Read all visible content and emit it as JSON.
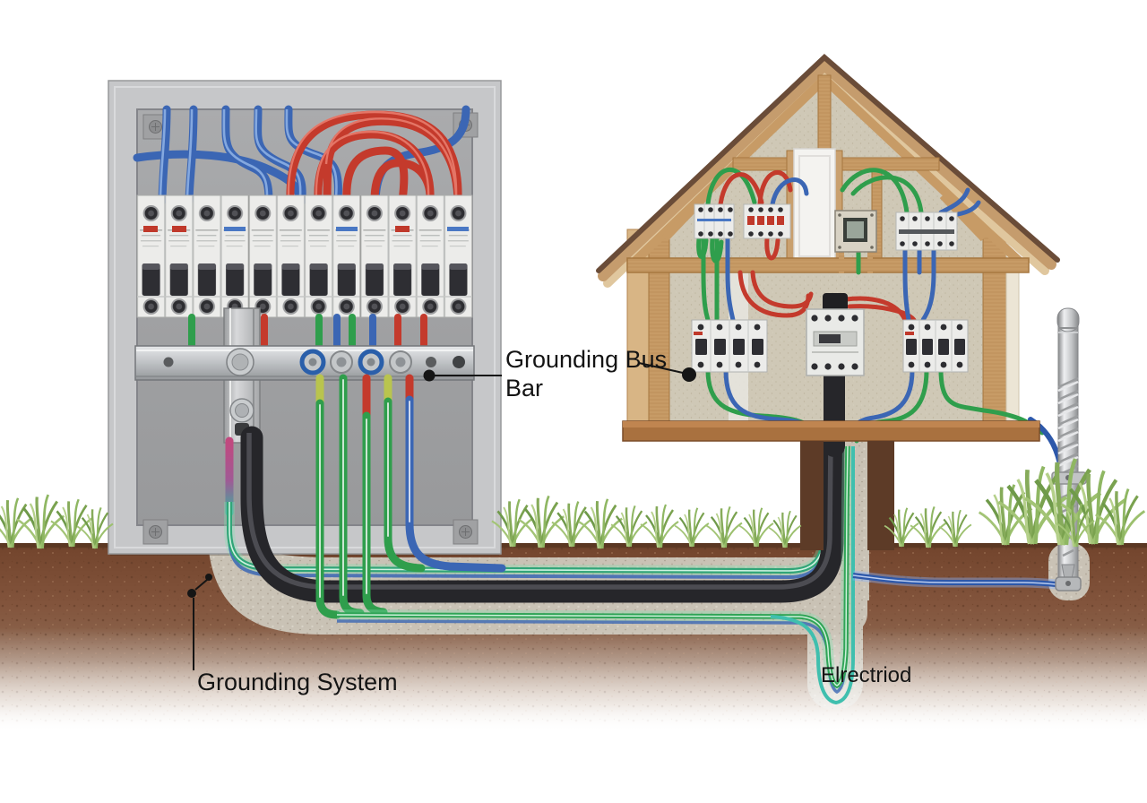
{
  "annotations": {
    "bus_bar": {
      "line1": "Grounding Bus",
      "line2": "Bar"
    },
    "grounding_system": {
      "text": "Grounding System"
    },
    "electrode": {
      "text": "Elrectriod"
    }
  },
  "colors": {
    "background": "#ffffff",
    "panel_frame": "#c6c7c9",
    "panel_inner": "#a3a4a6",
    "wire_blue": "#3b66b4",
    "wire_red": "#c43a2c",
    "wire_green": "#2f9e4c",
    "wire_teal": "#3fae9e",
    "wire_pink": "#c2487e",
    "wire_khaki": "#b9c44e",
    "cable_black": "#26262a",
    "bus_bar_metal": "#c9ccce",
    "soil_brown": "#82543c",
    "trench_concrete": "#c9c2b5",
    "house_wall": "#cfc8b6",
    "house_wood": "#c79b66",
    "roof_edge": "#6a4c38",
    "grass_green": "#86ab5a",
    "rod_metal": "#c6c8ca",
    "label_text": "#141414"
  }
}
